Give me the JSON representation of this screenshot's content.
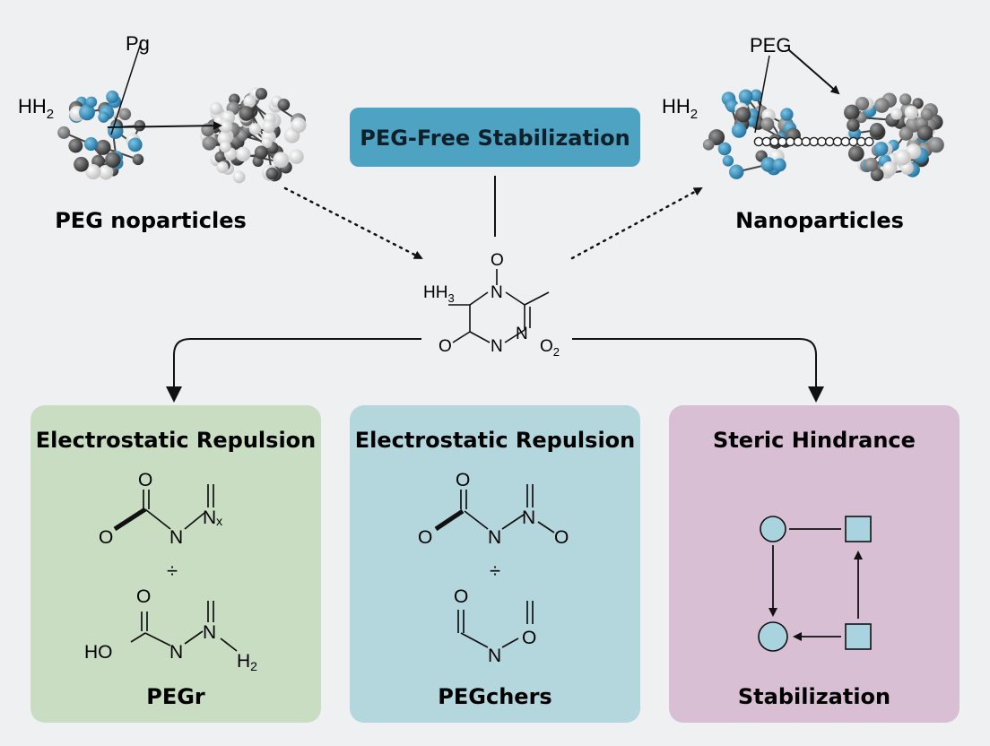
{
  "title_box": {
    "label": "PEG-Free Stabilization",
    "color": "#4fa3c2"
  },
  "left_cluster": {
    "caption": "PEG noparticles",
    "top_label": "Pg",
    "side_label": "HH",
    "side_sub": "2"
  },
  "right_cluster": {
    "caption": "Nanoparticles",
    "top_label": "PEG",
    "side_label": "HH",
    "side_sub": "2"
  },
  "center_molecule": {
    "atom_o_top": "O",
    "atom_n1": "N",
    "group_h3": "HH",
    "group_h3_sub": "3",
    "atom_o_left": "O",
    "atom_n2": "N",
    "atom_n3": "N",
    "group_o2": "O",
    "group_o2_sub": "2"
  },
  "panels": [
    {
      "heading": "Electrostatic Repulsion",
      "footer": "PEGr",
      "color": "#c9ddc3",
      "top_atoms": {
        "o_top": "O",
        "o_left": "O",
        "n_mid": "N",
        "n_right": "N",
        "n_right_sub": "x"
      },
      "divider": "÷",
      "bottom_atoms": {
        "o_top": "O",
        "ho": "HO",
        "n_mid": "N",
        "n_right": "N",
        "h2": "H",
        "h2_sub": "2"
      }
    },
    {
      "heading": "Electrostatic Repulsion",
      "footer": "PEGchers",
      "color": "#b4d6dd",
      "top_atoms": {
        "o_top": "O",
        "o_left": "O",
        "n_mid": "N",
        "n_right": "N",
        "o_right": "O"
      },
      "divider": "÷",
      "bottom_atoms": {
        "o_top": "O",
        "n_mid": "N",
        "o_right": "O"
      }
    },
    {
      "heading": "Steric Hindrance",
      "footer": "Stabilization",
      "color": "#d8bfd3"
    }
  ],
  "colors": {
    "blue_atom": "#2a86b8",
    "grey_atom": "#555555",
    "dark_atom": "#333333",
    "light_atom": "#e8e8e8",
    "shape_fill": "#a9d3de"
  }
}
